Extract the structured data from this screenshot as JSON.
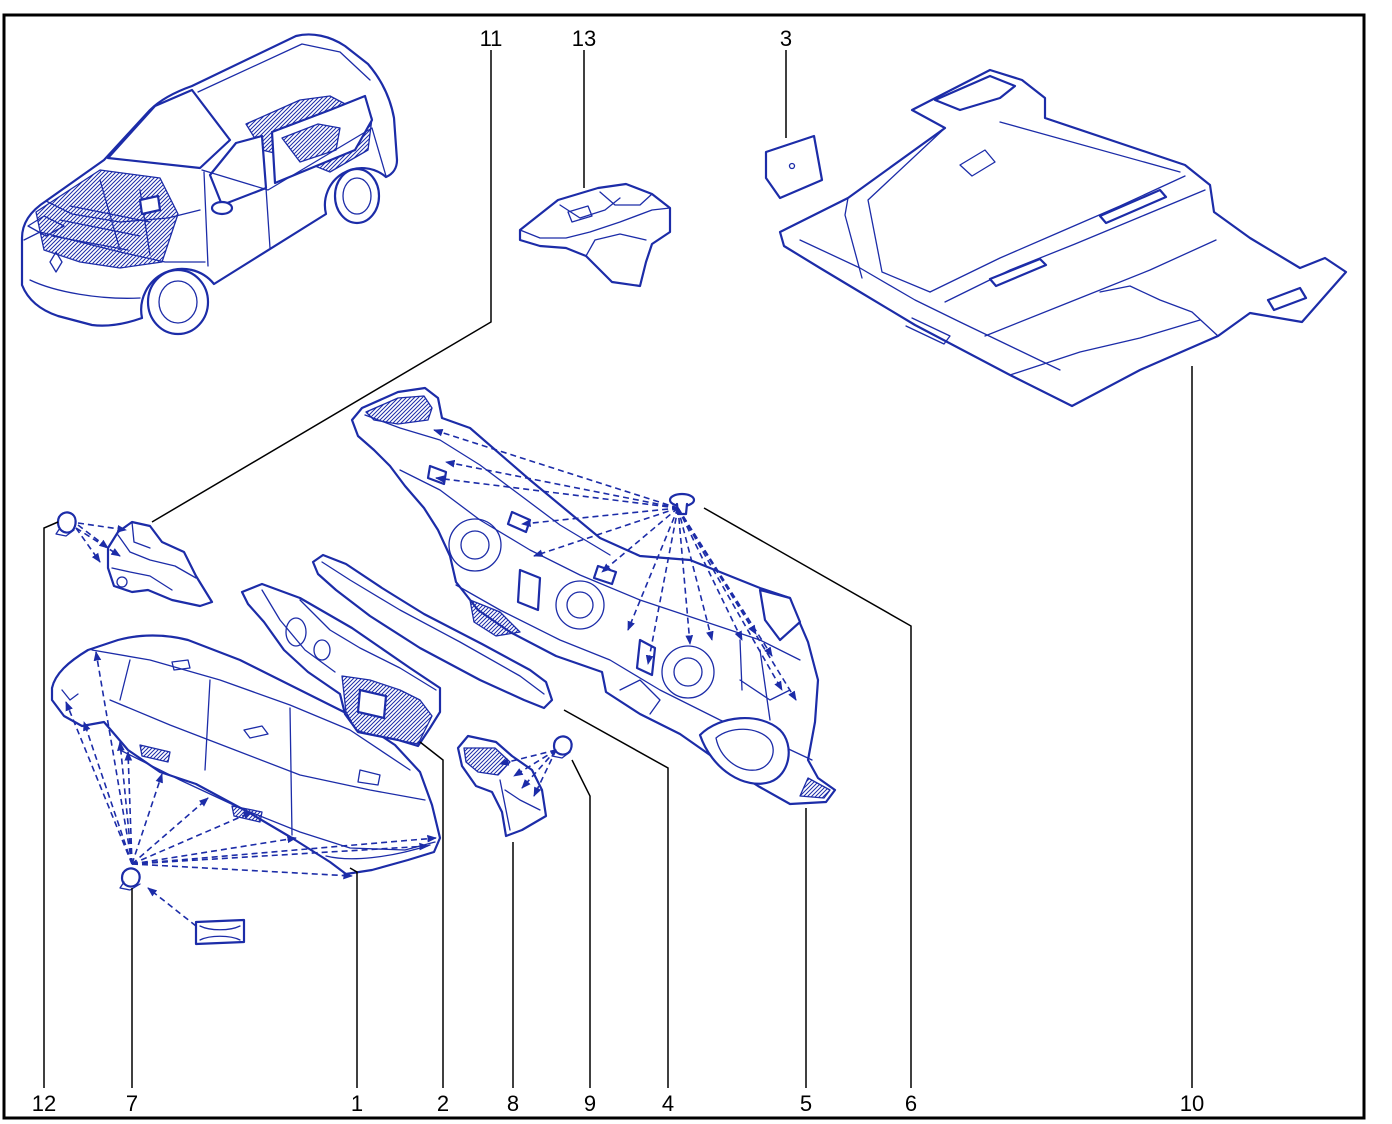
{
  "callouts": {
    "top": [
      "11",
      "13",
      "3"
    ],
    "bottom": [
      "12",
      "7",
      "1",
      "2",
      "8",
      "9",
      "4",
      "5",
      "6",
      "10"
    ]
  },
  "colors": {
    "line_art": "#1c2ca8",
    "frame": "#000000",
    "callout_text": "#000000"
  }
}
